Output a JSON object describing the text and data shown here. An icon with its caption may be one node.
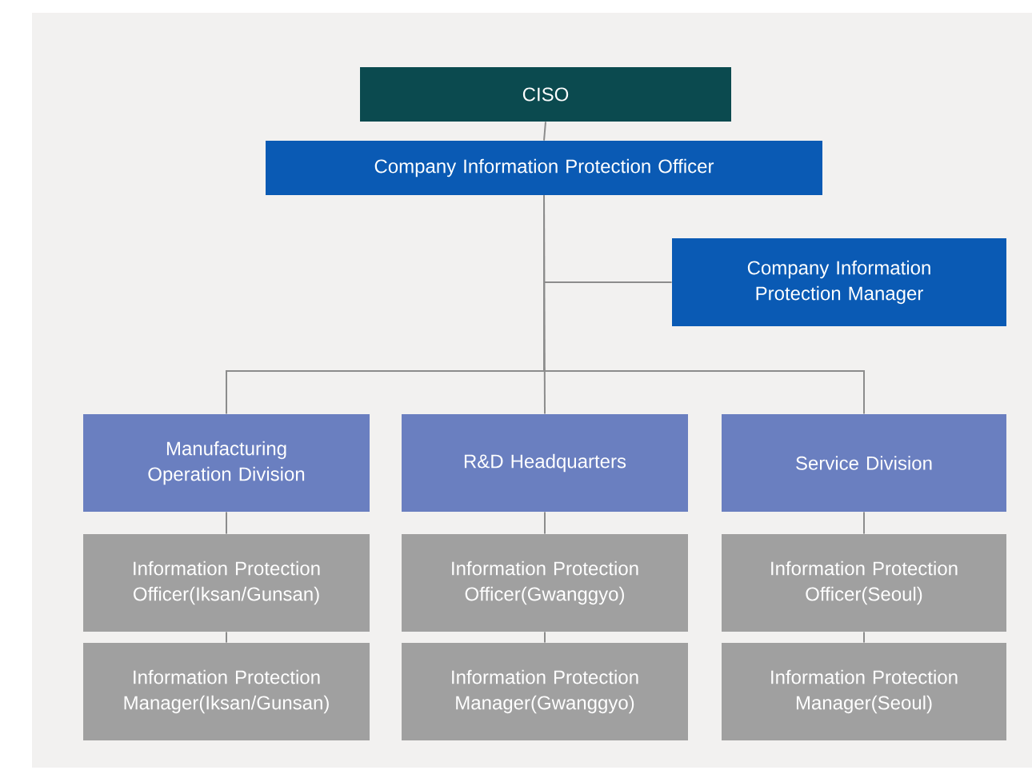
{
  "diagram": {
    "nodes": [
      {
        "text": [
          "CISO"
        ]
      },
      {
        "text": [
          "Company Information Protection Officer"
        ]
      },
      {
        "text": [
          "Company Information Protection Manager"
        ]
      },
      {
        "text": [
          "Manufacturing Operation Division"
        ]
      },
      {
        "text": [
          "R&D Headquarters"
        ]
      },
      {
        "text": [
          "Service Division"
        ]
      },
      {
        "text": [
          "Information Protection Officer(Iksan/Gunsan)"
        ]
      },
      {
        "text": [
          "Information Protection Officer(Gwanggyo)"
        ]
      },
      {
        "text": [
          "Information Protection Officer(Seoul)"
        ]
      },
      {
        "text": [
          "Information Protection Manager(Iksan/Gunsan)"
        ]
      },
      {
        "text": [
          "Information Protection Manager(Gwanggyo)"
        ]
      },
      {
        "text": [
          "Information Protection Manager(Seoul)"
        ]
      }
    ],
    "edges": [
      {
        "from": 0,
        "to": 1,
        "arrow": "none"
      },
      {
        "from": 1,
        "to": 2,
        "arrow": "none"
      },
      {
        "from": 1,
        "to": 3,
        "arrow": "none"
      },
      {
        "from": 1,
        "to": 4,
        "arrow": "none"
      },
      {
        "from": 1,
        "to": 5,
        "arrow": "none"
      },
      {
        "from": 3,
        "to": 6,
        "arrow": "none"
      },
      {
        "from": 4,
        "to": 7,
        "arrow": "none"
      },
      {
        "from": 5,
        "to": 8,
        "arrow": "none"
      },
      {
        "from": 6,
        "to": 9,
        "arrow": "none"
      },
      {
        "from": 7,
        "to": 10,
        "arrow": "none"
      },
      {
        "from": 8,
        "to": 11,
        "arrow": "none"
      }
    ]
  }
}
